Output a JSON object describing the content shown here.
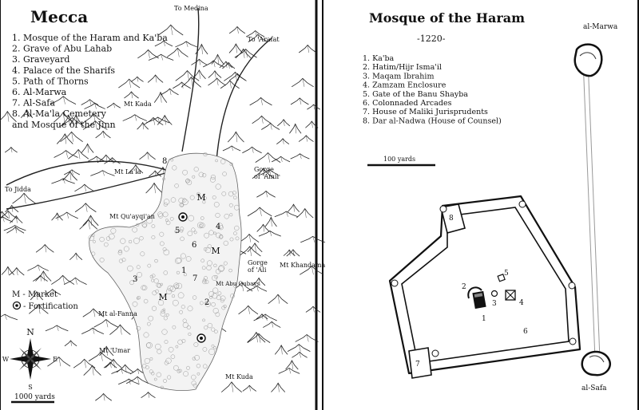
{
  "left_map": {
    "title": "Mecca",
    "legend": [
      "1. Mosque of the Haram and Ka'ba",
      "2. Grave of Abu Lahab",
      "3. Graveyard",
      "4. Palace of the Sharifs",
      "5. Path of Thorns",
      "6. Al-Marwa",
      "7. Al-Safa",
      "8. Al-Ma'la Cemetery",
      "and Mosque of the Jinn"
    ],
    "key": {
      "market": "M - Market",
      "fortification": "- Fortification"
    },
    "roads": {
      "medina": "To Medina",
      "arafat": "To 'Arafat",
      "jidda": "To Jidda"
    },
    "places": {
      "mt_kada": "Mt Kada",
      "mt_lala": "Mt La'la",
      "mt_quayqian": "Mt Qu'ayqi'an",
      "gorge_amir": "Gorge\nof 'Amir",
      "gorge_ali": "Gorge\nof 'Ali",
      "mt_khandama": "Mt Khandama",
      "mt_abu_qubays": "Mt Abu Qubays",
      "mt_al_fanna": "Mt al-Fanna",
      "mt_umar": "Mt 'Umar",
      "mt_kuda": "Mt Kuda"
    },
    "numbers": [
      "1",
      "2",
      "3",
      "4",
      "5",
      "6",
      "7",
      "8"
    ],
    "market_marker": "M",
    "compass": {
      "n": "N",
      "s": "S",
      "e": "E",
      "w": "W"
    },
    "scale": "1000 yards"
  },
  "right_map": {
    "title": "Mosque of the Haram",
    "subtitle": "-1220-",
    "legend": [
      "1. Ka'ba",
      "2. Hatim/Hijr Isma'il",
      "3. Maqam Ibrahim",
      "4. Zamzam Enclosure",
      "5. Gate of the Banu Shayba",
      "6. Colonnaded Arcades",
      "7. House of Maliki Jurisprudents",
      "8. Dar al-Nadwa (House of Counsel)"
    ],
    "scale": "100 yards",
    "marwa": "al-Marwa",
    "safa": "al-Safa",
    "numbers": [
      "1",
      "2",
      "3",
      "4",
      "5",
      "6",
      "7",
      "8"
    ]
  }
}
